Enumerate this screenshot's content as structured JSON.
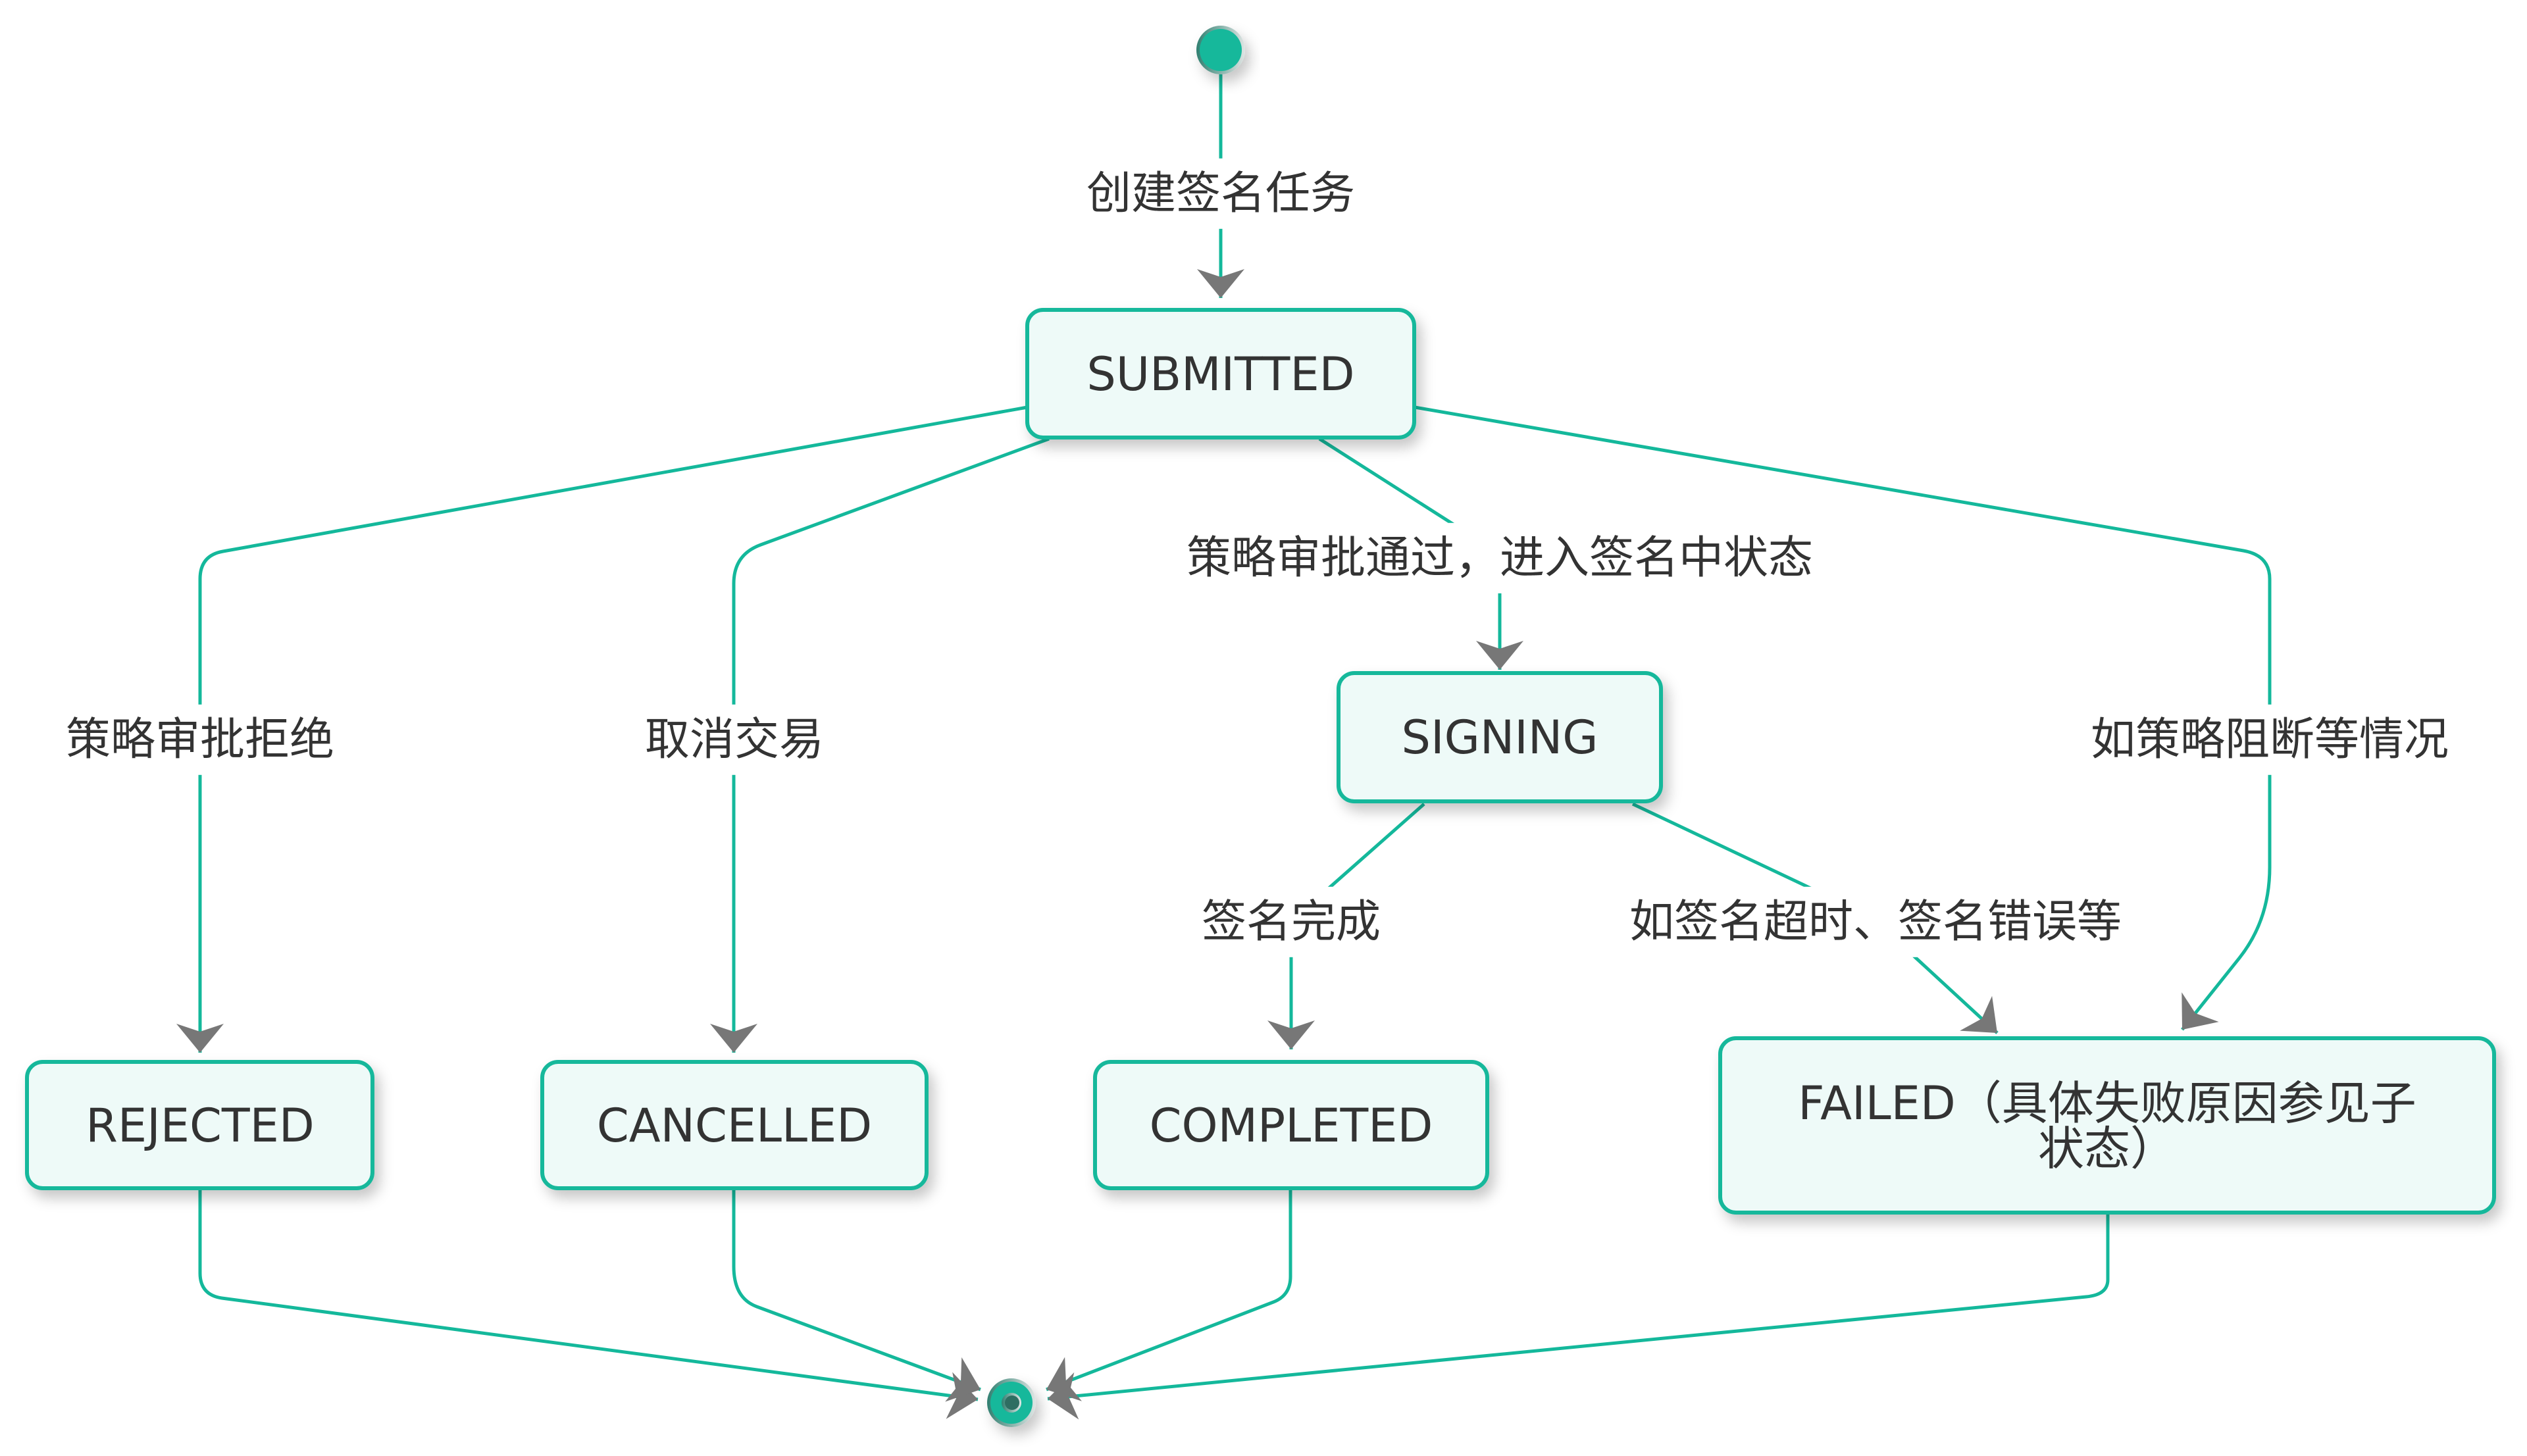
{
  "diagram": {
    "type": "state-diagram",
    "initial_state": "[*]",
    "final_state": "[*]",
    "states": [
      {
        "id": "SUBMITTED",
        "label": "SUBMITTED"
      },
      {
        "id": "SIGNING",
        "label": "SIGNING"
      },
      {
        "id": "REJECTED",
        "label": "REJECTED"
      },
      {
        "id": "CANCELLED",
        "label": "CANCELLED"
      },
      {
        "id": "COMPLETED",
        "label": "COMPLETED"
      },
      {
        "id": "FAILED",
        "label": "FAILED（具体失败原因参见子状态）",
        "label_lines": [
          "FAILED（具体失败原因参见子",
          "状态）"
        ]
      }
    ],
    "transitions": [
      {
        "from": "[*]",
        "to": "SUBMITTED",
        "label": "创建签名任务"
      },
      {
        "from": "SUBMITTED",
        "to": "REJECTED",
        "label": "策略审批拒绝"
      },
      {
        "from": "SUBMITTED",
        "to": "CANCELLED",
        "label": "取消交易"
      },
      {
        "from": "SUBMITTED",
        "to": "SIGNING",
        "label": "策略审批通过，进入签名中状态"
      },
      {
        "from": "SUBMITTED",
        "to": "FAILED",
        "label": "如策略阻断等情况"
      },
      {
        "from": "SIGNING",
        "to": "COMPLETED",
        "label": "签名完成"
      },
      {
        "from": "SIGNING",
        "to": "FAILED",
        "label": "如签名超时、签名错误等"
      },
      {
        "from": "REJECTED",
        "to": "[*]",
        "label": ""
      },
      {
        "from": "CANCELLED",
        "to": "[*]",
        "label": ""
      },
      {
        "from": "COMPLETED",
        "to": "[*]",
        "label": ""
      },
      {
        "from": "FAILED",
        "to": "[*]",
        "label": ""
      }
    ]
  },
  "colors": {
    "accent": "#14b89b",
    "node_fill": "#eefaf8",
    "text": "#333333",
    "arrowhead": "#777777",
    "final_inner": "#2d6e62"
  }
}
